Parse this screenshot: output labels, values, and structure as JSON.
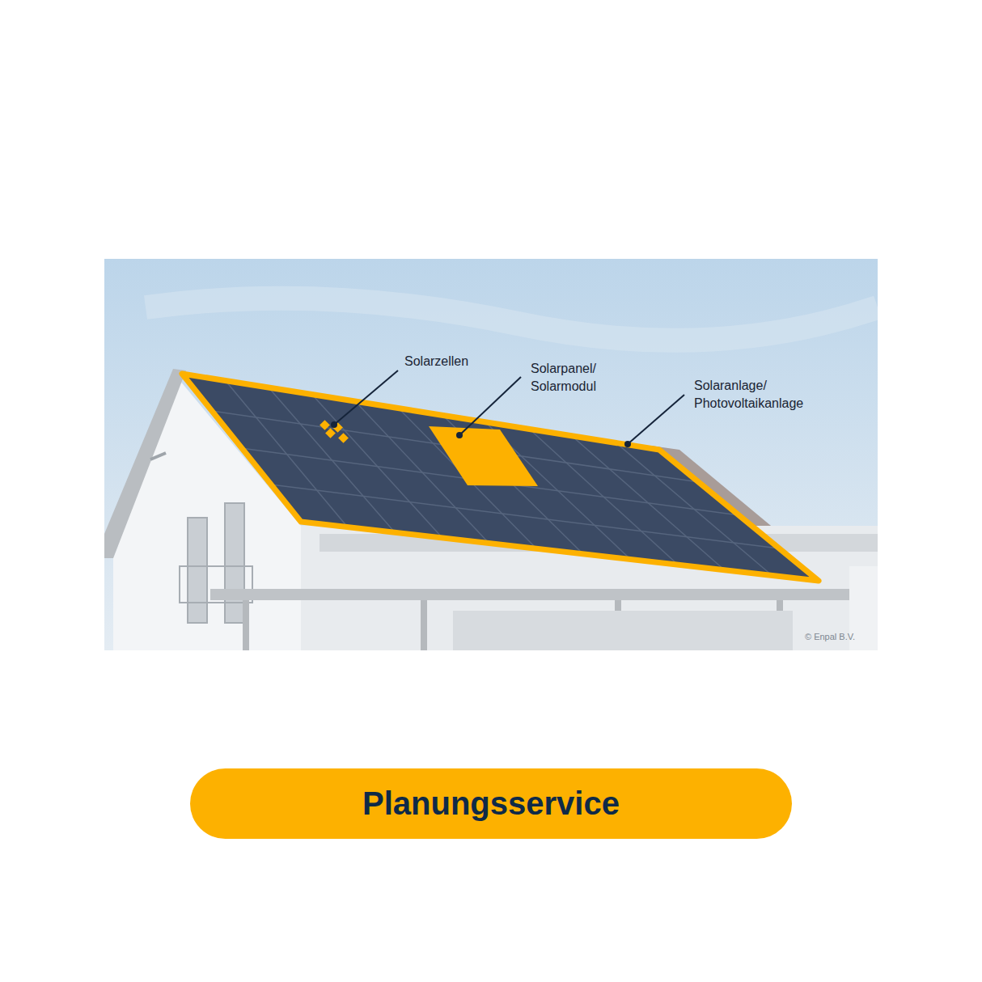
{
  "diagram": {
    "nodes": [
      {
        "text": [
          "Planungsservice"
        ]
      }
    ],
    "labels": [
      "Solarzellen",
      "Solarpanel/ Solarmodul",
      "Solaranlage/ Photovoltaikanlage",
      "© Enpal B.V."
    ]
  }
}
